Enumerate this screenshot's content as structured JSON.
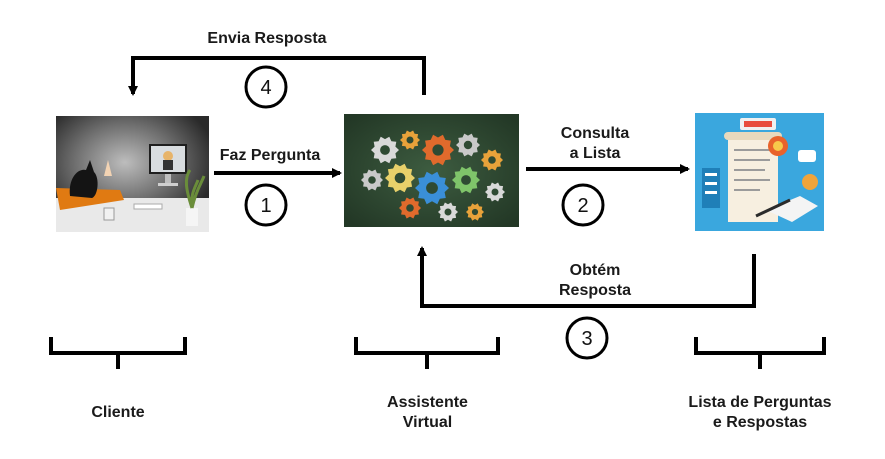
{
  "labels": {
    "envia_resposta": "Envia Resposta",
    "faz_pergunta": "Faz Pergunta",
    "consulta_a_lista_line1": "Consulta",
    "consulta_a_lista_line2": "a Lista",
    "obtem_resposta_line1": "Obtém",
    "obtem_resposta_line2": "Resposta"
  },
  "steps": [
    "1",
    "2",
    "3",
    "4"
  ],
  "nodes": {
    "cliente": "Cliente",
    "assistente_line1": "Assistente",
    "assistente_line2": "Virtual",
    "lista_line1": "Lista de Perguntas",
    "lista_line2": "e Respostas"
  },
  "colors": {
    "arrow": "#000000",
    "gears_bg": "#2f4a33",
    "list_bg": "#39a8e0",
    "client_bg": "#3a3a3a"
  }
}
